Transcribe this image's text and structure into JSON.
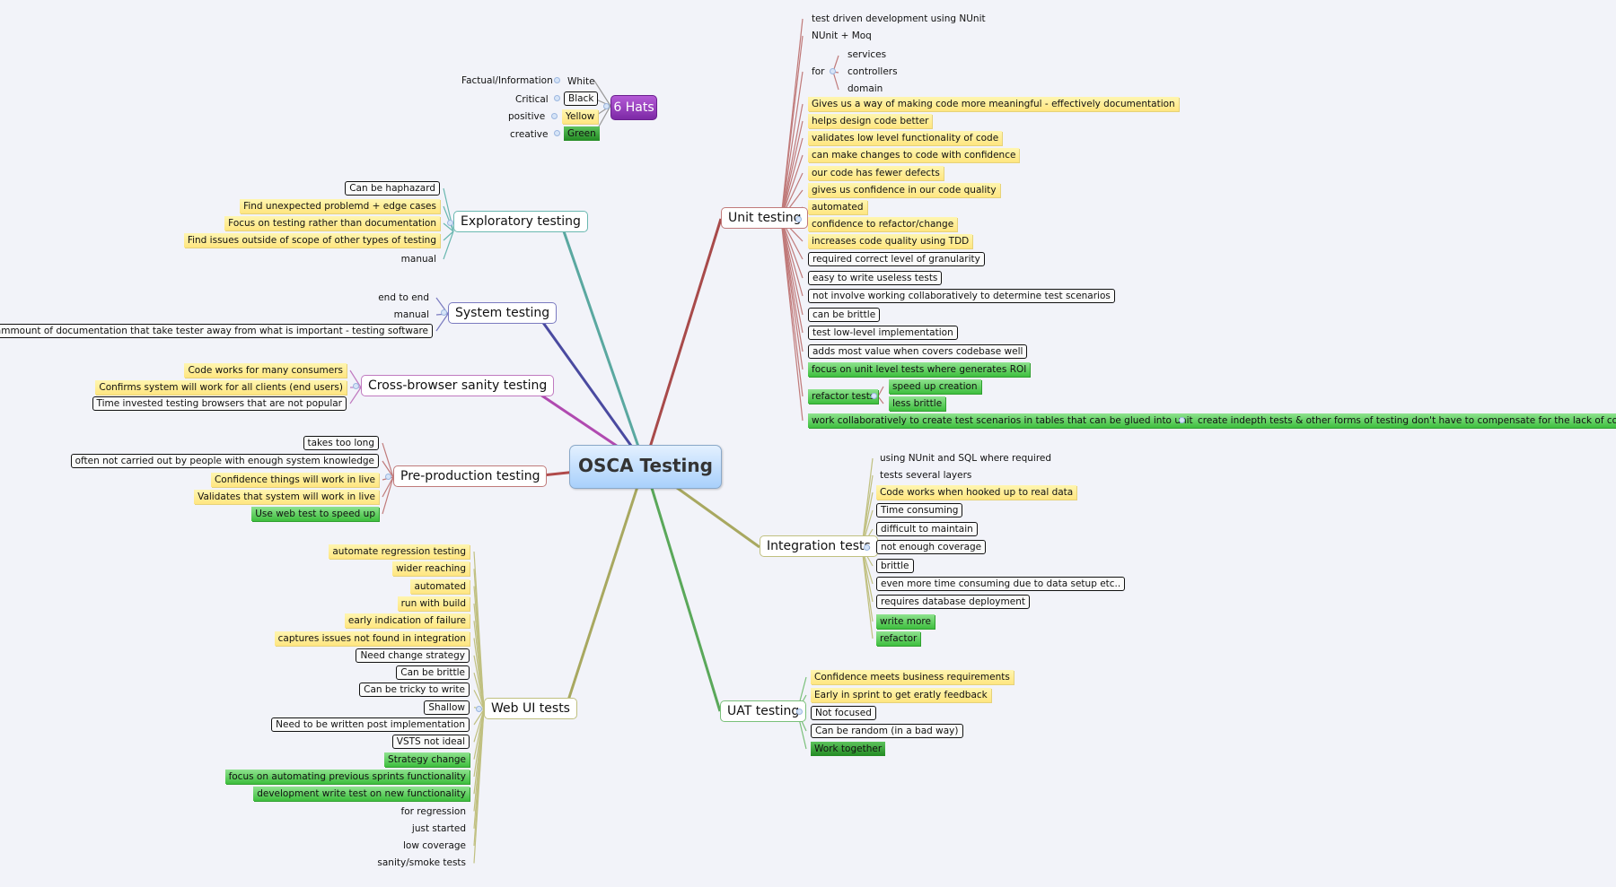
{
  "central": {
    "label": "OSCA Testing"
  },
  "six_hats": {
    "label": "6 Hats",
    "items": [
      {
        "hat": "White",
        "meaning": "Factual/Information"
      },
      {
        "hat": "Black",
        "meaning": "Critical"
      },
      {
        "hat": "Yellow",
        "meaning": "positive"
      },
      {
        "hat": "Green",
        "meaning": "creative"
      }
    ]
  },
  "branches": {
    "exploratory": {
      "label": "Exploratory testing",
      "color": "#4aa8a0",
      "items": [
        "Can be haphazard",
        "Find unexpected problemd + edge cases",
        "Focus on testing rather than documentation",
        "Find issues outside of scope of other types of testing",
        "manual"
      ]
    },
    "system": {
      "label": "System testing",
      "color": "#4a4aa0",
      "items": [
        "end to end",
        "manual",
        "Large ammount of documentation that take tester away from what is important - testing software"
      ]
    },
    "crossbrowser": {
      "label": "Cross-browser sanity testing",
      "color": "#b04ab0",
      "items": [
        "Code works for many consumers",
        "Confirms system will work for all clients (end users)",
        "Time invested testing browsers that are not popular"
      ]
    },
    "preproduction": {
      "label": "Pre-production testing",
      "color": "#b04a4a",
      "items": [
        "takes too long",
        "often not carried out by people with enough system knowledge",
        "Confidence things will work in live",
        "Validates that system will work in live",
        "Use web test to speed up"
      ]
    },
    "webui": {
      "label": "Web UI tests",
      "color": "#a8a860",
      "items": [
        "automate regression testing",
        "wider reaching",
        "automated",
        "run with build",
        "early indication of failure",
        "captures issues not found in integration",
        "Need change strategy",
        "Can be brittle",
        "Can be tricky to write",
        "Shallow",
        "Need to be written post implementation",
        "VSTS not ideal",
        "Strategy change",
        "focus on automating previous sprints functionality",
        "development write test on new functionality",
        "for regression",
        "just started",
        "low coverage",
        "sanity/smoke tests"
      ]
    },
    "unit": {
      "label": "Unit testing",
      "color": "#a84a4a",
      "items": [
        "test driven development using NUnit",
        "NUnit + Moq",
        "for",
        "Gives us a way of making code more meaningful - effectively documentation",
        "helps design code better",
        "validates low level functionality of code",
        "can make changes to code with confidence",
        "our code has fewer defects",
        "gives us confidence in our code quality",
        "automated",
        "confidence to refactor/change",
        "increases code quality using TDD",
        "required correct level of granularity",
        "easy to write useless tests",
        "not involve working collaboratively to determine test scenarios",
        "can be brittle",
        "test low-level implementation",
        "adds most value when covers codebase well",
        "focus on unit level tests where generates ROI",
        "refactor tests",
        "work collaboratively to create test scenarios in tables that can be glued into unit tests"
      ],
      "for_children": [
        "services",
        "controllers",
        "domain"
      ],
      "refactor_children": [
        "speed up creation",
        "less brittle"
      ],
      "collab_child": "create indepth tests & other forms of testing don't have to compensate for the lack of coverage"
    },
    "integration": {
      "label": "Integration tests",
      "color": "#a8a860",
      "items": [
        "using NUnit and SQL where required",
        "tests several layers",
        "Code works when hooked up to real data",
        "Time consuming",
        "difficult to maintain",
        "not enough coverage",
        "brittle",
        "even more time consuming due to data setup etc..",
        "requires database deployment",
        "write more",
        "refactor"
      ]
    },
    "uat": {
      "label": "UAT testing",
      "color": "#5aa85a",
      "items": [
        "Confidence meets business requirements",
        "Early in sprint to get eratly feedback",
        "Not focused",
        "Can be random (in a bad way)",
        "Work together"
      ]
    }
  }
}
